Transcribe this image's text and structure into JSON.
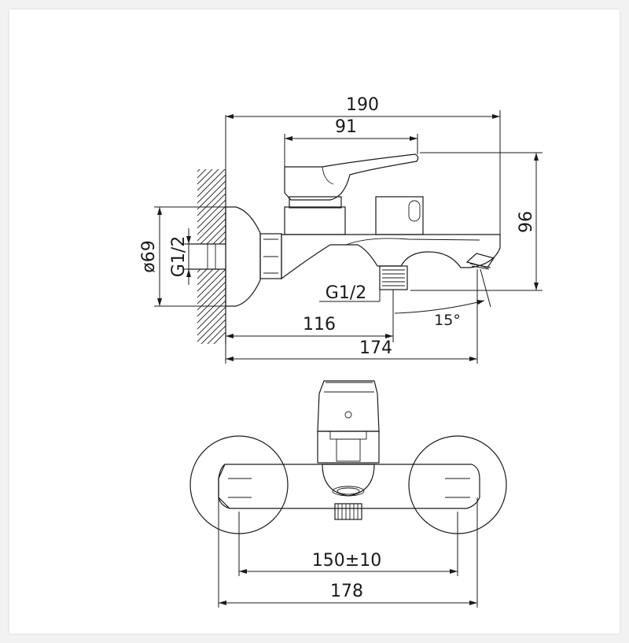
{
  "side_view": {
    "overall_length": "190",
    "handle_reach": "91",
    "height": "96",
    "wall_flange_diameter": "ø69",
    "inlet_thread": "G1/2",
    "outlet_thread": "G1/2",
    "outlet_distance": "116",
    "spout_length": "174",
    "spout_angle": "15°"
  },
  "front_view": {
    "center_distance": "150±10",
    "overall_width": "178"
  }
}
